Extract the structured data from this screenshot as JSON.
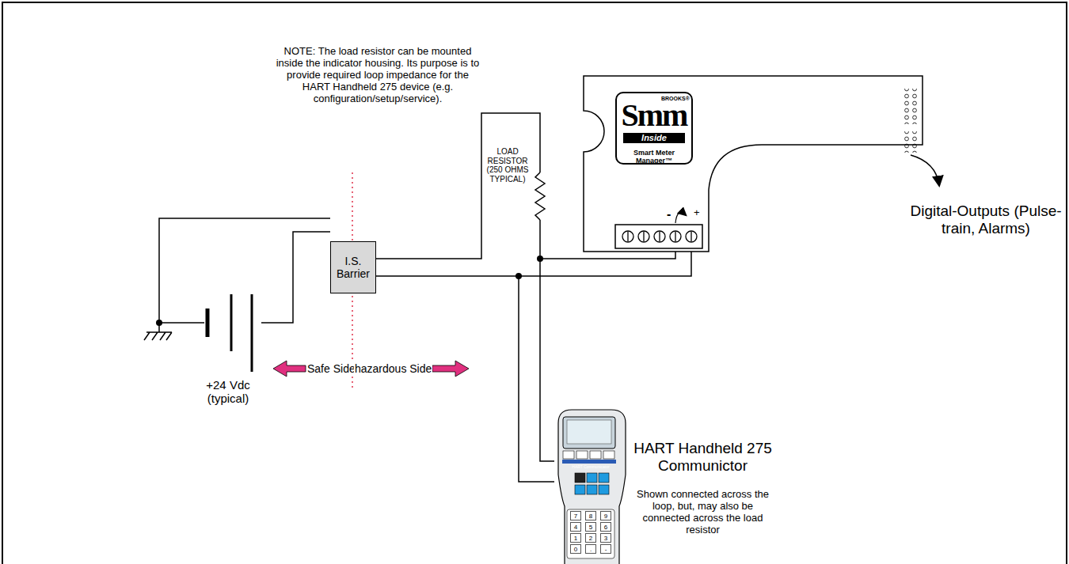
{
  "diagram": {
    "nodes": [
      {
        "text": [
          "I.S. Barrier"
        ]
      },
      {
        "text": [
          "BROOKS®",
          "Smm",
          "Inside",
          "Smart Meter Manager™"
        ]
      },
      {
        "text": [
          "HART Handheld 275 Communictor",
          "Shown connected across the loop, but, may also be connected across the load resistor"
        ]
      }
    ],
    "edges": [
      {
        "from": 0,
        "to": 2,
        "arrow": "none"
      }
    ],
    "labels": [
      "NOTE: The load resistor can be mounted inside the indicator housing. Its purpose is to provide required loop impedance for the HART Handheld 275 device (e.g. configuration/setup/service).",
      "LOAD RESISTOR (250 OHMS TYPICAL)",
      "Digital-Outputs (Pulse-train, Alarms)",
      "-",
      "+",
      "+24 Vdc (typical)",
      "Safe Side",
      "hazardous Side",
      "HART Communicator",
      "7",
      "8",
      "9",
      "4",
      "5",
      "6",
      "1",
      "2",
      "3",
      "0",
      ".",
      "-"
    ]
  }
}
